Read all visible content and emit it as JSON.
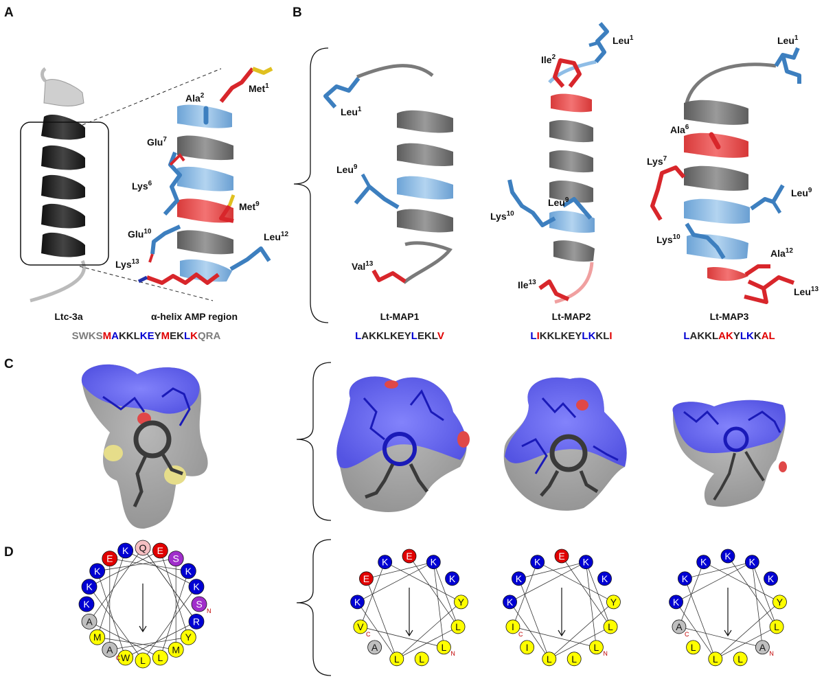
{
  "panels": {
    "A": "A",
    "B": "B",
    "C": "C",
    "D": "D"
  },
  "colors": {
    "blue": "#3d7fbf",
    "lightblue": "#8fbde6",
    "red": "#d8262b",
    "gray": "#7d7d7d",
    "dark": "#262626",
    "yellow": "#ffff00",
    "purple": "#a02ecb",
    "pink": "#f6c0c3",
    "resblue": "#0000d2",
    "resred": "#e00000"
  },
  "panelA": {
    "labels": [
      {
        "sup_base": "Ala",
        "sup": "2"
      },
      {
        "sup_base": "Met",
        "sup": "1"
      },
      {
        "sup_base": "Glu",
        "sup": "7"
      },
      {
        "sup_base": "Lys",
        "sup": "6"
      },
      {
        "sup_base": "Met",
        "sup": "9"
      },
      {
        "sup_base": "Glu",
        "sup": "10"
      },
      {
        "sup_base": "Leu",
        "sup": "12"
      },
      {
        "sup_base": "Lys",
        "sup": "13"
      }
    ],
    "caption_left": "Ltc-3a",
    "caption_right": "α-helix AMP region",
    "sequence": [
      {
        "t": "SWKS",
        "c": "gray"
      },
      {
        "t": "M",
        "c": "red"
      },
      {
        "t": "A",
        "c": "blue"
      },
      {
        "t": "KKL",
        "c": "dark"
      },
      {
        "t": "KE",
        "c": "blue"
      },
      {
        "t": "Y",
        "c": "dark"
      },
      {
        "t": "M",
        "c": "red"
      },
      {
        "t": "EK",
        "c": "dark"
      },
      {
        "t": "L",
        "c": "blue"
      },
      {
        "t": "K",
        "c": "red"
      },
      {
        "t": "QRA",
        "c": "gray"
      }
    ]
  },
  "panelB": {
    "peptides": [
      {
        "name": "Lt-MAP1",
        "labels": [
          {
            "sup_base": "Leu",
            "sup": "1"
          },
          {
            "sup_base": "Leu",
            "sup": "9"
          },
          {
            "sup_base": "Val",
            "sup": "13"
          }
        ],
        "sequence": [
          {
            "t": "L",
            "c": "blue"
          },
          {
            "t": "AKKLKEY",
            "c": "dark"
          },
          {
            "t": "L",
            "c": "blue"
          },
          {
            "t": "EKL",
            "c": "dark"
          },
          {
            "t": "V",
            "c": "red"
          }
        ]
      },
      {
        "name": "Lt-MAP2",
        "labels": [
          {
            "sup_base": "Ile",
            "sup": "2"
          },
          {
            "sup_base": "Leu",
            "sup": "1"
          },
          {
            "sup_base": "Lys",
            "sup": "10"
          },
          {
            "sup_base": "Leu",
            "sup": "9"
          },
          {
            "sup_base": "Ile",
            "sup": "13"
          }
        ],
        "sequence": [
          {
            "t": "L",
            "c": "blue"
          },
          {
            "t": "I",
            "c": "red"
          },
          {
            "t": "KKLKEY",
            "c": "dark"
          },
          {
            "t": "LK",
            "c": "blue"
          },
          {
            "t": "KL",
            "c": "dark"
          },
          {
            "t": "I",
            "c": "red"
          }
        ]
      },
      {
        "name": "Lt-MAP3",
        "labels": [
          {
            "sup_base": "Leu",
            "sup": "1"
          },
          {
            "sup_base": "Ala",
            "sup": "6"
          },
          {
            "sup_base": "Lys",
            "sup": "7"
          },
          {
            "sup_base": "Leu",
            "sup": "9"
          },
          {
            "sup_base": "Lys",
            "sup": "10"
          },
          {
            "sup_base": "Ala",
            "sup": "12"
          },
          {
            "sup_base": "Leu",
            "sup": "13"
          }
        ],
        "sequence": [
          {
            "t": "L",
            "c": "blue"
          },
          {
            "t": "AKKL",
            "c": "dark"
          },
          {
            "t": "AK",
            "c": "red"
          },
          {
            "t": "Y",
            "c": "dark"
          },
          {
            "t": "LK",
            "c": "blue"
          },
          {
            "t": "K",
            "c": "dark"
          },
          {
            "t": "AL",
            "c": "red"
          }
        ]
      }
    ]
  },
  "panelD": {
    "wheels": [
      {
        "n_term": "N",
        "c_term": "C",
        "residues": [
          "Q",
          "E",
          "S",
          "K",
          "K",
          "S",
          "R",
          "Y",
          "M",
          "L",
          "L",
          "W",
          "A",
          "M",
          "A",
          "K",
          "K",
          "K",
          "E",
          "K"
        ],
        "colors": [
          "pink",
          "red",
          "purple",
          "blue",
          "blue",
          "purple",
          "blue",
          "yellow",
          "yellow",
          "yellow",
          "yellow",
          "yellow",
          "gray",
          "yellow",
          "gray",
          "blue",
          "blue",
          "blue",
          "red",
          "blue"
        ]
      },
      {
        "n_term": "N",
        "c_term": "C",
        "residues": [
          "E",
          "K",
          "K",
          "Y",
          "L",
          "L",
          "L",
          "L",
          "A",
          "V",
          "K",
          "E",
          "K"
        ],
        "colors": [
          "red",
          "blue",
          "blue",
          "yellow",
          "yellow",
          "yellow",
          "yellow",
          "yellow",
          "gray",
          "yellow",
          "blue",
          "red",
          "blue"
        ]
      },
      {
        "n_term": "N",
        "c_term": "C",
        "residues": [
          "E",
          "K",
          "K",
          "Y",
          "L",
          "L",
          "L",
          "L",
          "I",
          "I",
          "K",
          "K",
          "K"
        ],
        "colors": [
          "red",
          "blue",
          "blue",
          "yellow",
          "yellow",
          "yellow",
          "yellow",
          "yellow",
          "yellow",
          "yellow",
          "blue",
          "blue",
          "blue"
        ]
      },
      {
        "n_term": "N",
        "c_term": "C",
        "residues": [
          "K",
          "K",
          "K",
          "Y",
          "L",
          "A",
          "L",
          "L",
          "L",
          "A",
          "K",
          "K",
          "K"
        ],
        "colors": [
          "blue",
          "blue",
          "blue",
          "yellow",
          "yellow",
          "gray",
          "yellow",
          "yellow",
          "yellow",
          "gray",
          "blue",
          "blue",
          "blue"
        ]
      }
    ]
  }
}
